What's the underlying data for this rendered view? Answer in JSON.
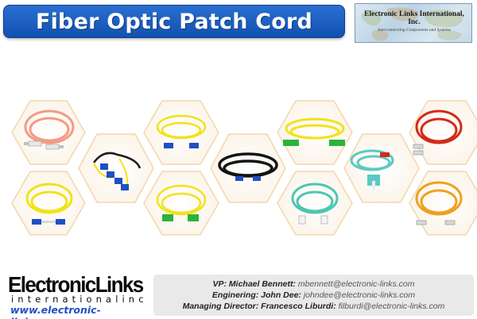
{
  "banner": {
    "title": "Fiber Optic Patch Cord"
  },
  "header_logo": {
    "company": "Electronic Links International, Inc.",
    "tagline": "Interconnecting Components and Systems"
  },
  "products": [
    {
      "name": "orange-multimode-patch-cord",
      "color": "#f39a86"
    },
    {
      "name": "yellow-lc-patch-cord",
      "color": "#f2e21a"
    },
    {
      "name": "black-fanout-patch-cord",
      "color": "#1a1a1a"
    },
    {
      "name": "yellow-sc-lc-patch-cord",
      "color": "#f2e21a"
    },
    {
      "name": "yellow-sc-apc-patch-cord",
      "color": "#f2e21a"
    },
    {
      "name": "black-armored-patch-cord",
      "color": "#141414"
    },
    {
      "name": "yellow-sc-apc-duplex-patch-cord",
      "color": "#f2e21a"
    },
    {
      "name": "aqua-om3-patch-cord",
      "color": "#4cc6b2"
    },
    {
      "name": "aqua-lc-duplex-patch-cord",
      "color": "#5cc9c4"
    },
    {
      "name": "red-st-patch-cord",
      "color": "#d42a1a"
    },
    {
      "name": "orange-st-patch-cord",
      "color": "#f0a020"
    }
  ],
  "footer": {
    "brand_part1": "Electronic",
    "brand_part2": "Links",
    "brand_sub1": "international",
    "brand_sub2": "inc",
    "url": "www.electronic-links.com",
    "contacts": [
      {
        "role": "VP: Michael Bennett:",
        "email": "mbennett@electronic-links.com"
      },
      {
        "role": "Enginering: John Dee:",
        "email": "johndee@electronic-links.com"
      },
      {
        "role": "Managing Director: Francesco Liburdi:",
        "email": "filburdi@electronic-links.com"
      }
    ]
  }
}
